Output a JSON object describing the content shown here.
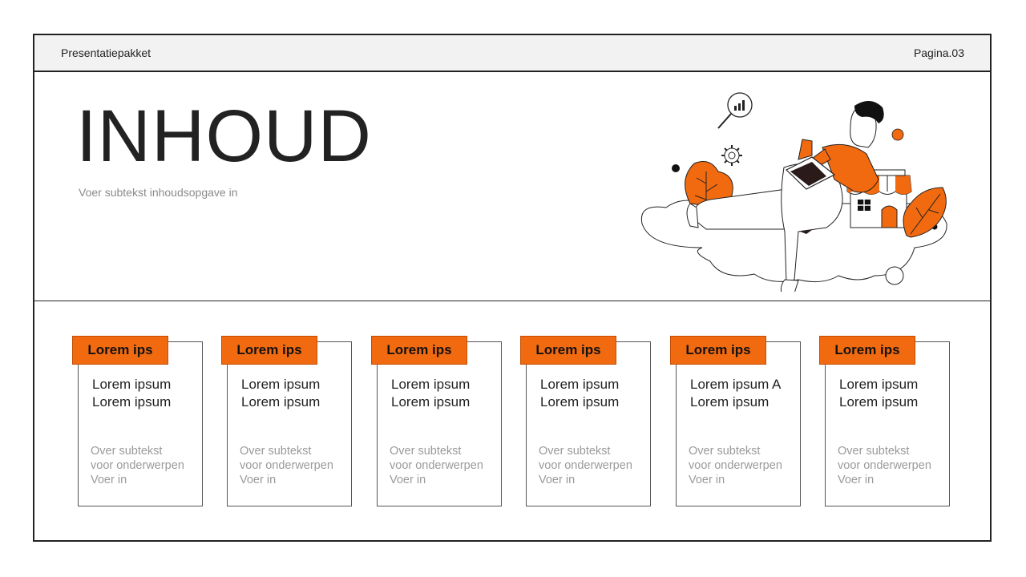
{
  "header": {
    "brand": "Presentatiepakket",
    "page": "Pagina.03"
  },
  "hero": {
    "title": "INHOUD",
    "subtitle": "Voer subtekst inhoudsopgave in"
  },
  "colors": {
    "accent": "#f26a10",
    "text": "#222222",
    "muted": "#9a9a9a"
  },
  "illustration": {
    "icons": [
      "magnifier-chart-icon",
      "gear-icon",
      "shop-icon",
      "leaf-icon",
      "person-laptop-icon"
    ]
  },
  "cards": [
    {
      "tag": "Lorem ips",
      "title_line1": "Lorem ipsum",
      "title_line2": "Lorem ipsum",
      "desc_line1": "Over subtekst",
      "desc_line2": "voor onderwerpen",
      "desc_line3": "Voer in"
    },
    {
      "tag": "Lorem ips",
      "title_line1": "Lorem ipsum",
      "title_line2": "Lorem ipsum",
      "desc_line1": "Over subtekst",
      "desc_line2": "voor onderwerpen",
      "desc_line3": "Voer in"
    },
    {
      "tag": "Lorem ips",
      "title_line1": "Lorem ipsum",
      "title_line2": "Lorem ipsum",
      "desc_line1": "Over subtekst",
      "desc_line2": "voor onderwerpen",
      "desc_line3": "Voer in"
    },
    {
      "tag": "Lorem ips",
      "title_line1": "Lorem ipsum",
      "title_line2": "Lorem ipsum",
      "desc_line1": "Over subtekst",
      "desc_line2": "voor onderwerpen",
      "desc_line3": "Voer in"
    },
    {
      "tag": "Lorem ips",
      "title_line1": "Lorem ipsum A",
      "title_line2": "Lorem ipsum",
      "desc_line1": "Over subtekst",
      "desc_line2": "voor onderwerpen",
      "desc_line3": "Voer in"
    },
    {
      "tag": "Lorem ips",
      "title_line1": "Lorem ipsum",
      "title_line2": "Lorem ipsum",
      "desc_line1": "Over subtekst",
      "desc_line2": "voor onderwerpen",
      "desc_line3": "Voer in"
    }
  ]
}
